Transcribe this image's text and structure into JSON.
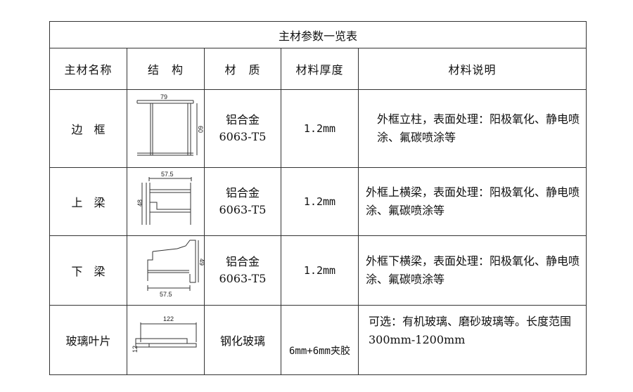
{
  "title": "主材参数一览表",
  "headers": [
    "主材名称",
    "结　构",
    "材　质",
    "材料厚度",
    "材料说明"
  ],
  "rows": [
    {
      "name": "边　框",
      "material": "铝合金\n6063-T5",
      "thickness": "1.2mm",
      "description": "外框立柱，表面处理：阳极氧化、静电喷涂、氟碳喷涂等",
      "dims": [
        "79",
        "60"
      ]
    },
    {
      "name": "上　梁",
      "material": "铝合金\n6063-T5",
      "thickness": "1.2mm",
      "description": "外框上横梁，表面处理：阳极氧化、静电喷涂、氟碳喷涂等",
      "dims": [
        "57.5",
        "48"
      ]
    },
    {
      "name": "下　梁",
      "material": "铝合金\n6063-T5",
      "thickness": "1.2mm",
      "description": "外框下横梁，表面处理：阳极氧化、静电喷涂、氟碳喷涂等",
      "dims": [
        "57.5",
        "49"
      ]
    },
    {
      "name": "玻璃叶片",
      "material": "钢化玻璃",
      "thickness": "6mm+6mm夹胶",
      "description": "可选：有机玻璃、磨砂玻璃等。长度范围300mm-1200mm",
      "dims": [
        "122",
        "12"
      ]
    }
  ]
}
